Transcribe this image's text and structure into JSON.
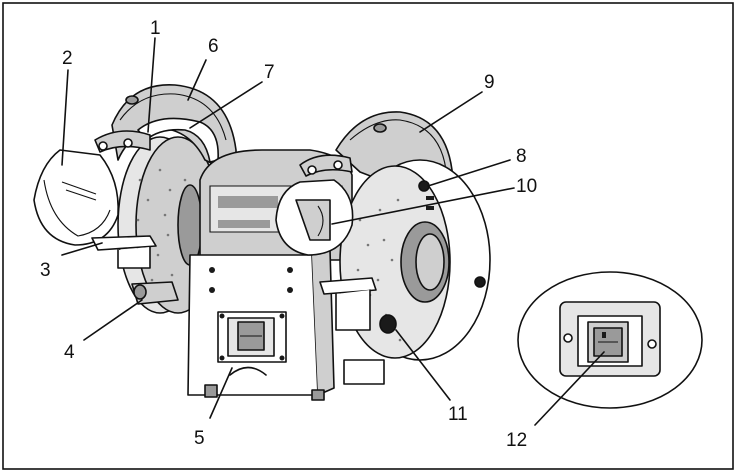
{
  "callouts": [
    {
      "id": "1",
      "text": "1"
    },
    {
      "id": "2",
      "text": "2"
    },
    {
      "id": "3",
      "text": "3"
    },
    {
      "id": "4",
      "text": "4"
    },
    {
      "id": "5",
      "text": "5"
    },
    {
      "id": "6",
      "text": "6"
    },
    {
      "id": "7",
      "text": "7"
    },
    {
      "id": "8",
      "text": "8"
    },
    {
      "id": "9",
      "text": "9"
    },
    {
      "id": "10",
      "text": "10"
    },
    {
      "id": "11",
      "text": "11"
    },
    {
      "id": "12",
      "text": "12"
    }
  ],
  "colors": {
    "line": "#111111",
    "background": "#ffffff",
    "shade": "#cfcfcf"
  }
}
